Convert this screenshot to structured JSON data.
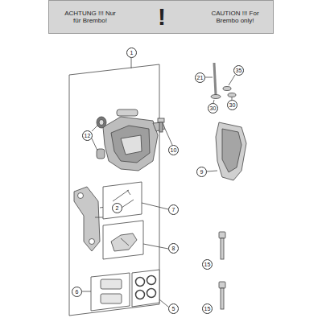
{
  "diagram": {
    "nodes": [
      {
        "text": [
          "ACHTUNG !!! Nur für Brembo!",
          "!",
          "CAUTION !!! For Brembo only!"
        ]
      }
    ],
    "edges": [],
    "labels": [
      "1",
      "12",
      "10",
      "2",
      "7",
      "8",
      "6",
      "5",
      "21",
      "35",
      "30",
      "30",
      "9",
      "15",
      "15"
    ]
  }
}
